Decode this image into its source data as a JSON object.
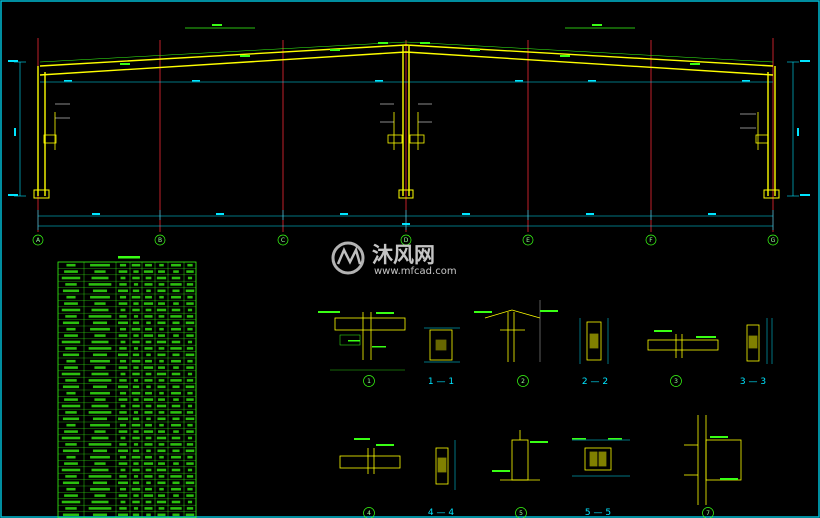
{
  "watermark": {
    "brand_cn": "沐风网",
    "site": "www.mfcad.com"
  },
  "frame": {
    "axis_labels": [
      "A",
      "B",
      "C",
      "D",
      "E",
      "F",
      "G"
    ]
  },
  "details": {
    "circled": [
      "1",
      "2",
      "3",
      "4",
      "5",
      "7"
    ],
    "sections": [
      "1 — 1",
      "2 — 2",
      "3 — 3",
      "4 — 4",
      "5 — 5"
    ]
  },
  "colors": {
    "background": "#000000",
    "column_lines": "#c0202a",
    "steel": "#ffff00",
    "dimensions": "#00e5ff",
    "annotations": "#39ff14",
    "table": "#39ff14"
  },
  "table": {
    "rows": 40,
    "cols": 7
  }
}
